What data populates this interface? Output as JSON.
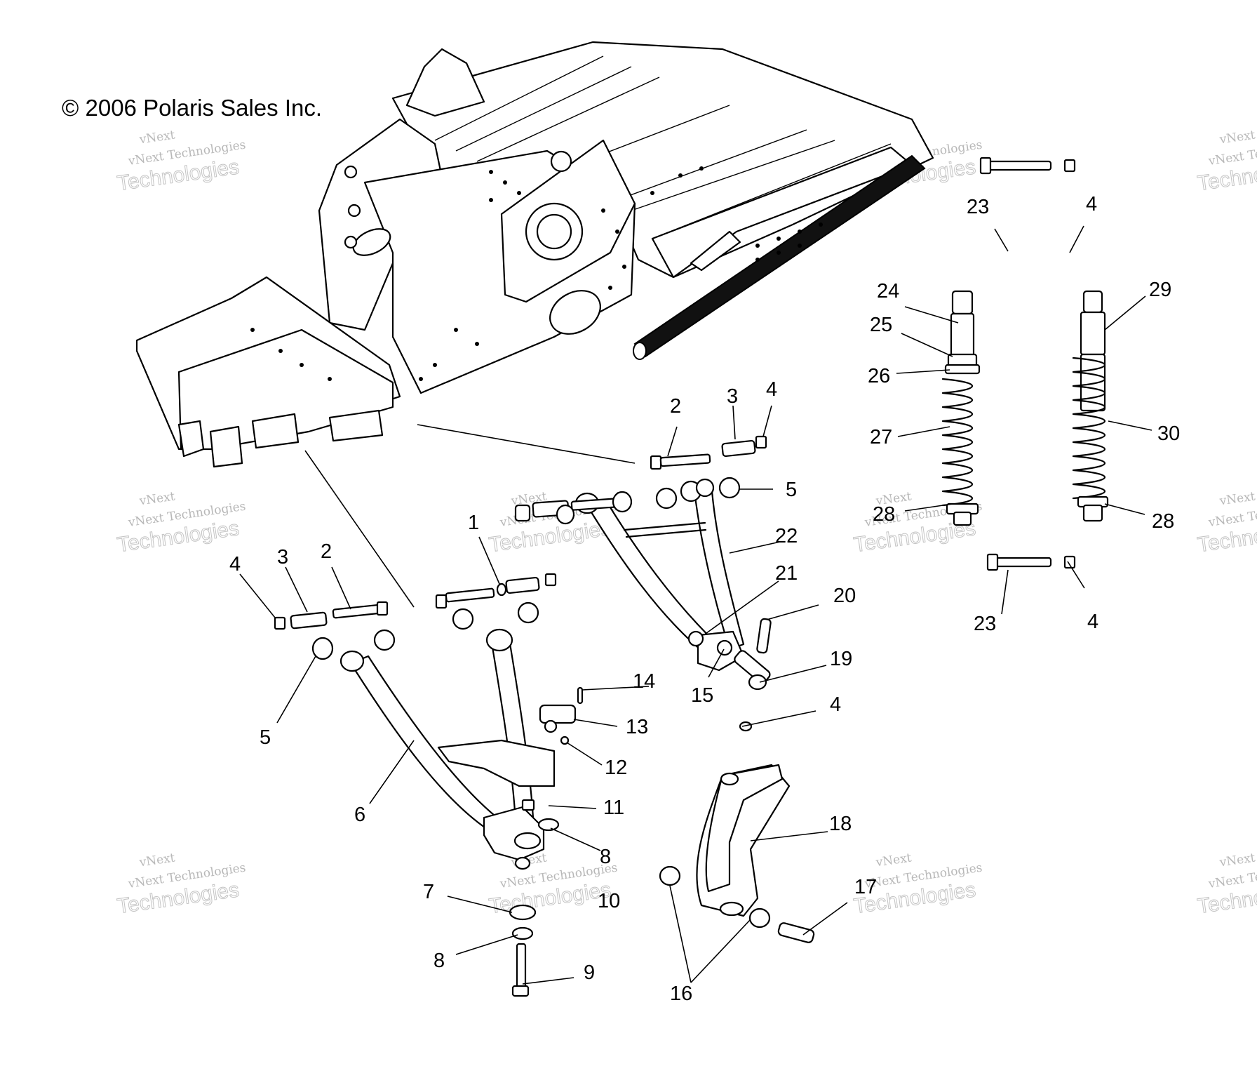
{
  "copyright": "© 2006 Polaris Sales Inc.",
  "watermark": {
    "line1": "vNext",
    "line2": "vNext Technologies",
    "line3": "Technologies"
  },
  "callouts": [
    {
      "id": "c1",
      "label": "1"
    },
    {
      "id": "c2a",
      "label": "2"
    },
    {
      "id": "c2b",
      "label": "2"
    },
    {
      "id": "c3a",
      "label": "3"
    },
    {
      "id": "c3b",
      "label": "3"
    },
    {
      "id": "c4a",
      "label": "4"
    },
    {
      "id": "c4b",
      "label": "4"
    },
    {
      "id": "c4c",
      "label": "4"
    },
    {
      "id": "c4d",
      "label": "4"
    },
    {
      "id": "c4e",
      "label": "4"
    },
    {
      "id": "c5a",
      "label": "5"
    },
    {
      "id": "c5b",
      "label": "5"
    },
    {
      "id": "c6",
      "label": "6"
    },
    {
      "id": "c7",
      "label": "7"
    },
    {
      "id": "c8a",
      "label": "8"
    },
    {
      "id": "c8b",
      "label": "8"
    },
    {
      "id": "c9",
      "label": "9"
    },
    {
      "id": "c10",
      "label": "10"
    },
    {
      "id": "c11",
      "label": "11"
    },
    {
      "id": "c12",
      "label": "12"
    },
    {
      "id": "c13",
      "label": "13"
    },
    {
      "id": "c14",
      "label": "14"
    },
    {
      "id": "c15",
      "label": "15"
    },
    {
      "id": "c16",
      "label": "16"
    },
    {
      "id": "c17",
      "label": "17"
    },
    {
      "id": "c18",
      "label": "18"
    },
    {
      "id": "c19",
      "label": "19"
    },
    {
      "id": "c20",
      "label": "20"
    },
    {
      "id": "c21",
      "label": "21"
    },
    {
      "id": "c22",
      "label": "22"
    },
    {
      "id": "c23a",
      "label": "23"
    },
    {
      "id": "c23b",
      "label": "23"
    },
    {
      "id": "c24",
      "label": "24"
    },
    {
      "id": "c25",
      "label": "25"
    },
    {
      "id": "c26",
      "label": "26"
    },
    {
      "id": "c27",
      "label": "27"
    },
    {
      "id": "c28a",
      "label": "28"
    },
    {
      "id": "c28b",
      "label": "28"
    },
    {
      "id": "c29",
      "label": "29"
    },
    {
      "id": "c30",
      "label": "30"
    }
  ]
}
